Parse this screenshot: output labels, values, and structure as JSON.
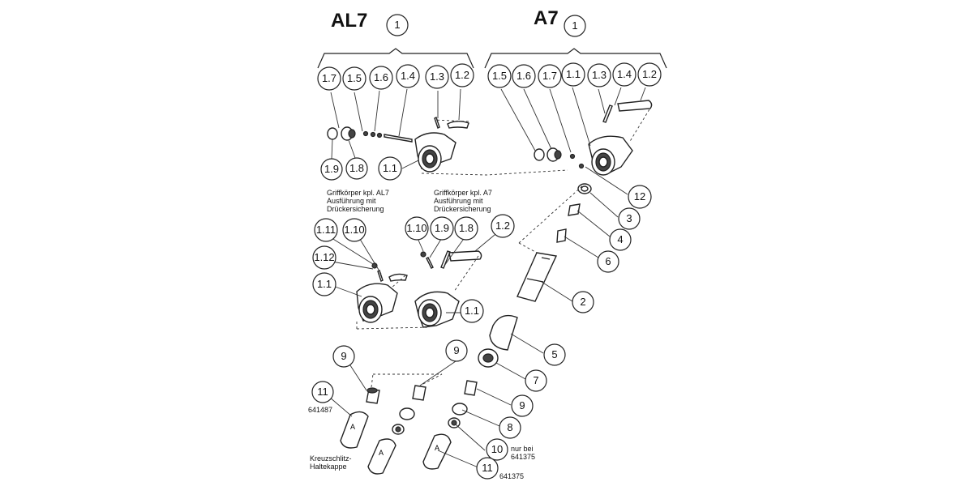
{
  "titles": {
    "al7": "AL7",
    "a7": "A7"
  },
  "notes": {
    "al7_body": [
      "Griffkörper kpl. AL7",
      "Ausführung mit",
      "Drückersicherung"
    ],
    "a7_body": [
      "Griffkörper kpl. A7",
      "Ausführung mit",
      "Drückersicherung"
    ],
    "cap": [
      "Kreuzschlitz-",
      "Haltekappe"
    ],
    "only_for": [
      "nur bei",
      "641375"
    ]
  },
  "part_numbers": {
    "pn1": "641487",
    "pn2": "641375"
  },
  "callouts": [
    {
      "id": "al7-1",
      "label": "1"
    },
    {
      "id": "a7-1",
      "label": "1"
    },
    {
      "id": "al7-17",
      "label": "1.7"
    },
    {
      "id": "al7-15",
      "label": "1.5"
    },
    {
      "id": "al7-16",
      "label": "1.6"
    },
    {
      "id": "al7-14",
      "label": "1.4"
    },
    {
      "id": "al7-13",
      "label": "1.3"
    },
    {
      "id": "al7-12",
      "label": "1.2"
    },
    {
      "id": "al7-19",
      "label": "1.9"
    },
    {
      "id": "al7-18",
      "label": "1.8"
    },
    {
      "id": "al7-11",
      "label": "1.1"
    },
    {
      "id": "a7-15",
      "label": "1.5"
    },
    {
      "id": "a7-16",
      "label": "1.6"
    },
    {
      "id": "a7-17",
      "label": "1.7"
    },
    {
      "id": "a7-11",
      "label": "1.1"
    },
    {
      "id": "a7-13",
      "label": "1.3"
    },
    {
      "id": "a7-14",
      "label": "1.4"
    },
    {
      "id": "a7-12",
      "label": "1.2"
    },
    {
      "id": "r-12",
      "label": "12"
    },
    {
      "id": "r-3",
      "label": "3"
    },
    {
      "id": "r-4",
      "label": "4"
    },
    {
      "id": "r-6",
      "label": "6"
    },
    {
      "id": "l-111",
      "label": "1.11"
    },
    {
      "id": "l-110",
      "label": "1.10"
    },
    {
      "id": "l-112",
      "label": "1.12"
    },
    {
      "id": "l-11",
      "label": "1.1"
    },
    {
      "id": "m-110",
      "label": "1.10"
    },
    {
      "id": "m-19",
      "label": "1.9"
    },
    {
      "id": "m-18",
      "label": "1.8"
    },
    {
      "id": "m-12",
      "label": "1.2"
    },
    {
      "id": "m-11",
      "label": "1.1"
    },
    {
      "id": "r-2",
      "label": "2"
    },
    {
      "id": "r-5",
      "label": "5"
    },
    {
      "id": "r-7",
      "label": "7"
    },
    {
      "id": "l-9",
      "label": "9"
    },
    {
      "id": "m-9",
      "label": "9"
    },
    {
      "id": "r-9",
      "label": "9"
    },
    {
      "id": "l-11b",
      "label": "11"
    },
    {
      "id": "r-8",
      "label": "8"
    },
    {
      "id": "r-10",
      "label": "10"
    },
    {
      "id": "r-11",
      "label": "11"
    }
  ]
}
